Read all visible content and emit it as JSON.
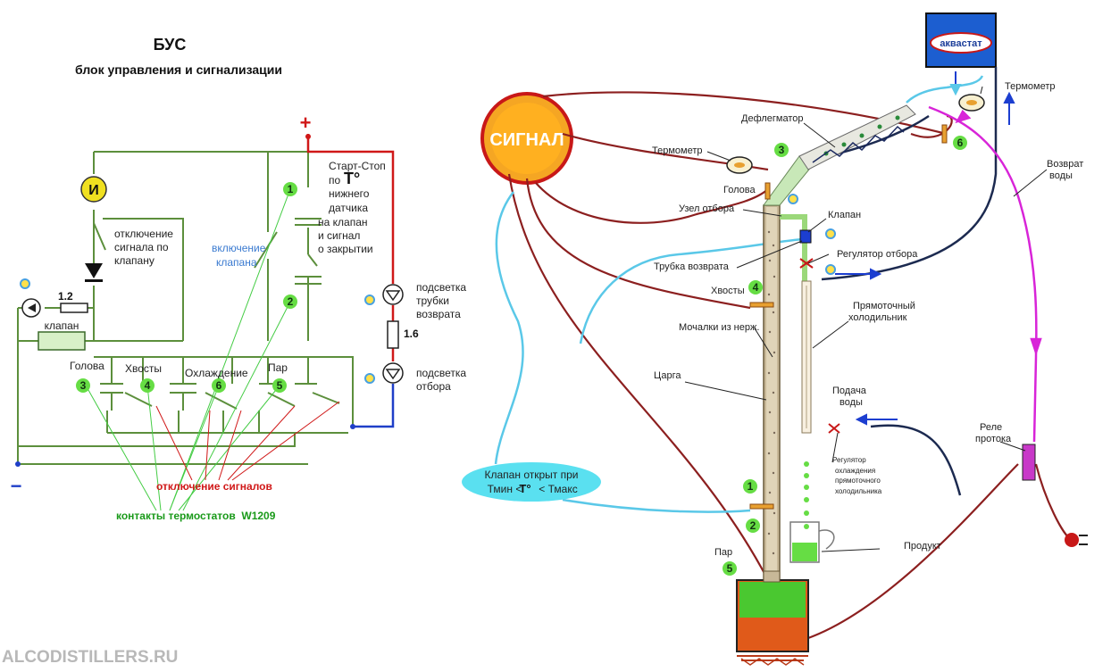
{
  "left": {
    "title": "БУС",
    "subtitle": "блок управления и сигнализации",
    "plus": "+",
    "minus": "−",
    "start_stop": [
      "Старт-Стоп",
      "по",
      "нижнего",
      "датчика",
      "на клапан",
      "и сигнал",
      "о закрытии"
    ],
    "t_symbol": "T°",
    "signal_off_valve": [
      "отключение",
      "сигнала по",
      "клапану"
    ],
    "valve_on": [
      "включение",
      "клапана"
    ],
    "backlight_tube": [
      "подсветка",
      "трубки",
      "возврата"
    ],
    "backlight_take": [
      "подсветка",
      "отбора"
    ],
    "resistor_1": "1.2",
    "resistor_2": "1.6",
    "valve_label": "клапан",
    "contacts": [
      "Голова",
      "Хвосты",
      "Охлаждение",
      "Пар"
    ],
    "signals_off": "отключение сигналов",
    "thermostat_contacts": "контакты термостатов  W1209",
    "watermark": "ALCODISTILLERS.RU"
  },
  "badges": [
    "1",
    "2",
    "3",
    "4",
    "5",
    "6"
  ],
  "right": {
    "signal": "СИГНАЛ",
    "aquastat": "аквастат",
    "thermometer": "Термометр",
    "dephlegmator": "Дефлегматор",
    "head": "Голова",
    "take_node": "Узел отбора",
    "valve": "Клапан",
    "take_regulator": "Регулятор отбора",
    "return_tube": "Трубка возврата",
    "tails": "Хвосты",
    "straight_cooler": [
      "Прямоточный",
      "холодильник"
    ],
    "packing": "Мочалки из нерж.",
    "column": "Царга",
    "water_supply": [
      "Подача",
      "воды"
    ],
    "cooling_regulator": [
      "Регулятор",
      "охлаждения",
      "прямоточного",
      "холодильника"
    ],
    "water_return": [
      "Возврат",
      "воды"
    ],
    "flow_relay": [
      "Реле",
      "протока"
    ],
    "valve_open": [
      "Клапан открыт при",
      "Тмин <",
      "< Тмакс"
    ],
    "steam": "Пар",
    "product": "Продукт"
  }
}
